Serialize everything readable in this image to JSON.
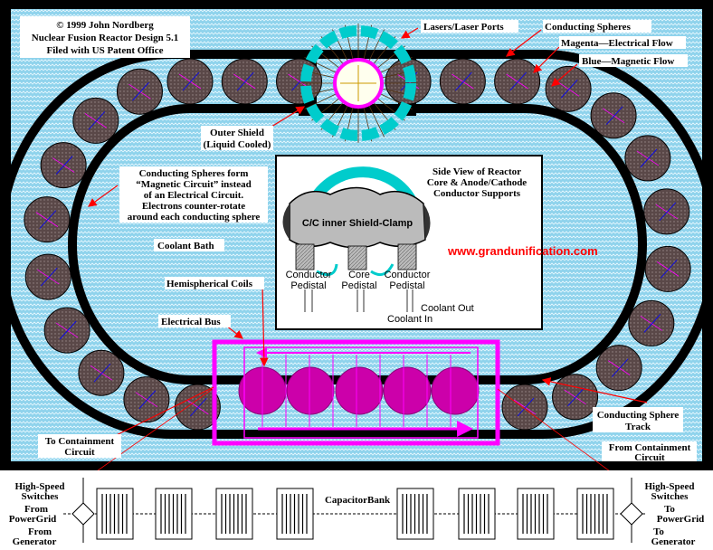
{
  "copyright": [
    "© 1999 John Nordberg",
    "Nuclear Fusion Reactor Design 5.1",
    "Filed with US Patent Office"
  ],
  "labels": {
    "lasers": "Lasers/Laser Ports",
    "conducting_spheres": "Conducting Spheres",
    "magenta": "Magenta—Electrical Flow",
    "blue": "Blue—Magnetic Flow",
    "outer_shield": [
      "Outer Shield",
      "(Liquid Cooled)"
    ],
    "circuit_note": [
      "Conducting Spheres form",
      "“Magnetic Circuit” instead",
      "of an Electrical Circuit.",
      "Electrons counter-rotate",
      "around each conducting sphere"
    ],
    "coolant_bath": "Coolant Bath",
    "hemispherical_coils": "Hemispherical Coils",
    "electrical_bus": "Electrical Bus",
    "sphere_track": [
      "Conducting Sphere",
      "Track"
    ],
    "to_containment": [
      "To Containment",
      "Circuit"
    ],
    "from_containment": [
      "From Containment",
      "Circuit"
    ],
    "high_speed_left": [
      "High-Speed",
      "Switches"
    ],
    "high_speed_right": [
      "High-Speed",
      "Switches"
    ],
    "from_powergrid": [
      "From",
      "PowerGrid"
    ],
    "from_generator": [
      "From",
      "Generator"
    ],
    "to_powergrid": [
      "To",
      "PowerGrid"
    ],
    "to_generator": [
      "To",
      "Generator"
    ],
    "capacitor_bank": "CapacitorBank"
  },
  "inset": {
    "title": [
      "Side View of Reactor",
      "Core & Anode/Cathode",
      "Conductor Supports"
    ],
    "clamp": "C/C inner Shield-Clamp",
    "pedestals": [
      [
        "Conductor",
        "Pedistal"
      ],
      [
        "Core",
        "Pedistal"
      ],
      [
        "Conductor",
        "Pedistal"
      ]
    ],
    "coolant_out": "Coolant Out",
    "coolant_in": "Coolant In",
    "url": "www.grandunification.com"
  },
  "colors": {
    "bath": "#87ceeb",
    "track": "#000000",
    "sphere": "#4a3a3a",
    "coil": "#cc00aa",
    "electrical": "#ff00ff",
    "magnetic": "#0000ff",
    "shield": "#00cccc",
    "arrow": "#ff0000"
  }
}
